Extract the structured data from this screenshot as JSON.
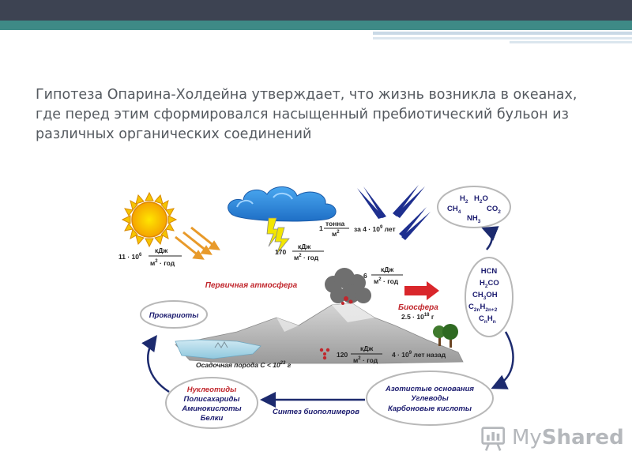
{
  "slide": {
    "title": "Гипотеза Опарина-Холдейна утверждает, что жизнь возникла в океанах, где перед этим сформировался насыщенный пребиотический бульон из различных органических соединений"
  },
  "diagram": {
    "sun_energy": {
      "value": "11 · 10",
      "exp": "6",
      "unit_top": "кДж",
      "unit_bottom": "м",
      "unit_bottom_exp": "2",
      "unit_bottom_rest": " · год"
    },
    "lightning_energy": {
      "value": "170",
      "unit_top": "кДж",
      "unit_bottom": "м",
      "unit_bottom_exp": "2",
      "unit_bottom_rest": " · год"
    },
    "meteor_mass": {
      "value": "1",
      "unit_top": "тонна",
      "unit_bottom": "м",
      "unit_bottom_exp": "2",
      "period": "за 4 · 10",
      "period_exp": "9",
      "period_rest": " лет"
    },
    "volcano_energy": {
      "value": "6",
      "unit_top": "кДж",
      "unit_bottom": "м",
      "unit_bottom_exp": "2",
      "unit_bottom_rest": " · год"
    },
    "radioactive_energy": {
      "value": "120",
      "unit_top": "кДж",
      "unit_bottom": "м",
      "unit_bottom_exp": "2",
      "unit_bottom_rest": " · год",
      "period": "4 · 10",
      "period_exp": "9",
      "period_rest": " лет назад"
    },
    "primary_atmosphere": "Первичная атмосфера",
    "biosphere": {
      "label": "Биосфера",
      "mass": "2.5 · 10",
      "mass_exp": "18",
      "mass_rest": " г"
    },
    "sediment": {
      "text": "Осадочная порода C < 10",
      "exp": "23",
      "rest": " г"
    },
    "gases": {
      "h2": "H",
      "h2_sub": "2",
      "h2o": "H",
      "h2o_sub": "2",
      "h2o_rest": "O",
      "ch4": "CH",
      "ch4_sub": "4",
      "co2": "CO",
      "co2_sub": "2",
      "nh3": "NH",
      "nh3_sub": "3"
    },
    "simple_organics": [
      "HCN",
      "H2CO",
      "CH3OH",
      "C2nH2n+2",
      "CnHn"
    ],
    "monomers": [
      "Азотистые основания",
      "Углеводы",
      "Карбоновые кислоты"
    ],
    "biopolymer_synthesis": "Синтез биополимеров",
    "biopolymers": [
      "Нуклеотиды",
      "Полисахариды",
      "Аминокислоты",
      "Белки"
    ],
    "prokaryotes": "Прокариоты"
  },
  "watermark": {
    "brand_a": "My",
    "brand_b": "Shared"
  },
  "colors": {
    "header": "#3d4352",
    "teal": "#3e8a86",
    "arrow": "#1c2a6e",
    "red_label": "#c1272d",
    "sun": "#f5c400"
  }
}
